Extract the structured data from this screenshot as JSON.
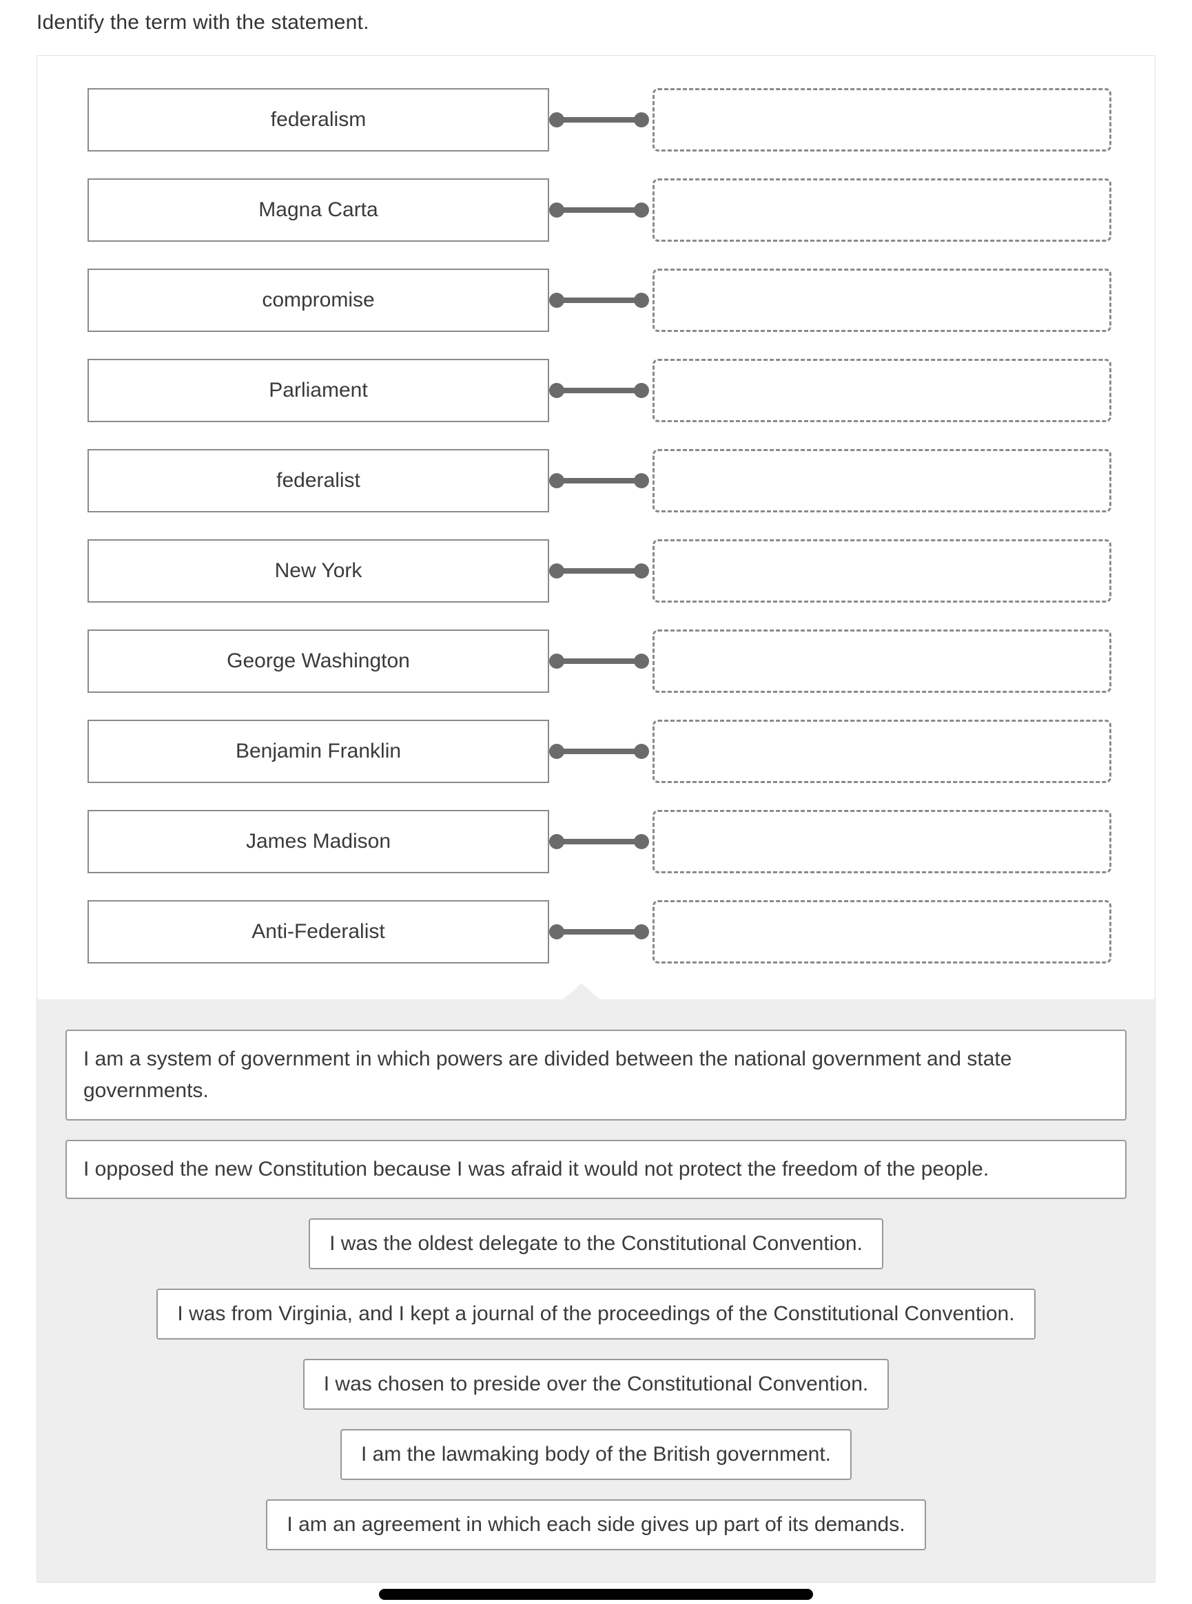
{
  "title": "Identify the term with the statement.",
  "terms": [
    "federalism",
    "Magna Carta",
    "compromise",
    "Parliament",
    "federalist",
    "New York",
    "George Washington",
    "Benjamin Franklin",
    "James Madison",
    "Anti-Federalist"
  ],
  "statements": [
    {
      "text": "I am a system of government in which powers are divided between the national government and state governments.",
      "wide": true
    },
    {
      "text": "I opposed the new Constitution because I was afraid it would not protect the freedom of the people.",
      "wide": true
    },
    {
      "text": "I was the oldest delegate to the Constitutional Convention.",
      "wide": false
    },
    {
      "text": "I was from Virginia, and I kept a journal of the proceedings of the Constitutional Convention.",
      "wide": false
    },
    {
      "text": "I was chosen to preside over the Constitutional Convention.",
      "wide": false
    },
    {
      "text": "I am the lawmaking body of the British government.",
      "wide": false
    },
    {
      "text": "I am an agreement in which each side gives up part of its demands.",
      "wide": false
    }
  ],
  "colors": {
    "connector": "#6b6b6b",
    "box_border": "#8a8a8a",
    "slot_border": "#8a8a8a",
    "panel_bg": "#eeeeee",
    "statement_border": "#999999",
    "text": "#3a3a3a"
  }
}
